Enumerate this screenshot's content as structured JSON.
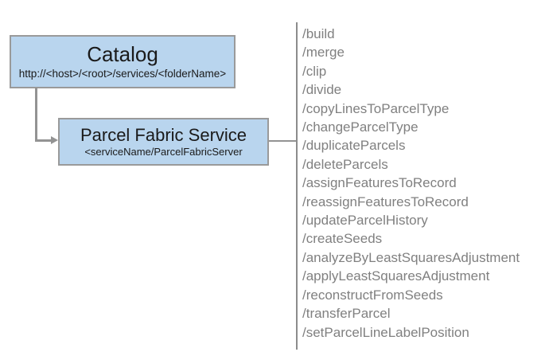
{
  "diagram": {
    "nodes": [
      {
        "name": "catalog",
        "title": "Catalog",
        "subtitle": "http://<host>/<root>/services/<folderName>"
      },
      {
        "name": "parcel-fabric-service",
        "title": "Parcel Fabric Service",
        "subtitle": "<serviceName/ParcelFabricServer"
      }
    ],
    "operations": [
      "/build",
      "/merge",
      "/clip",
      "/divide",
      "/copyLinesToParcelType",
      "/changeParcelType",
      "/duplicateParcels",
      "/deleteParcels",
      "/assignFeaturesToRecord",
      "/reassignFeaturesToRecord",
      "/updateParcelHistory",
      "/createSeeds",
      "/analyzeByLeastSquaresAdjustment",
      "/applyLeastSquaresAdjustment",
      "/reconstructFromSeeds",
      "/transferParcel",
      "/setParcelLineLabelPosition"
    ],
    "colors": {
      "node_fill": "#b9d5ee",
      "node_border": "#9a9a9a",
      "connector": "#939393",
      "operation_text": "#808080",
      "background": "#ffffff"
    }
  }
}
